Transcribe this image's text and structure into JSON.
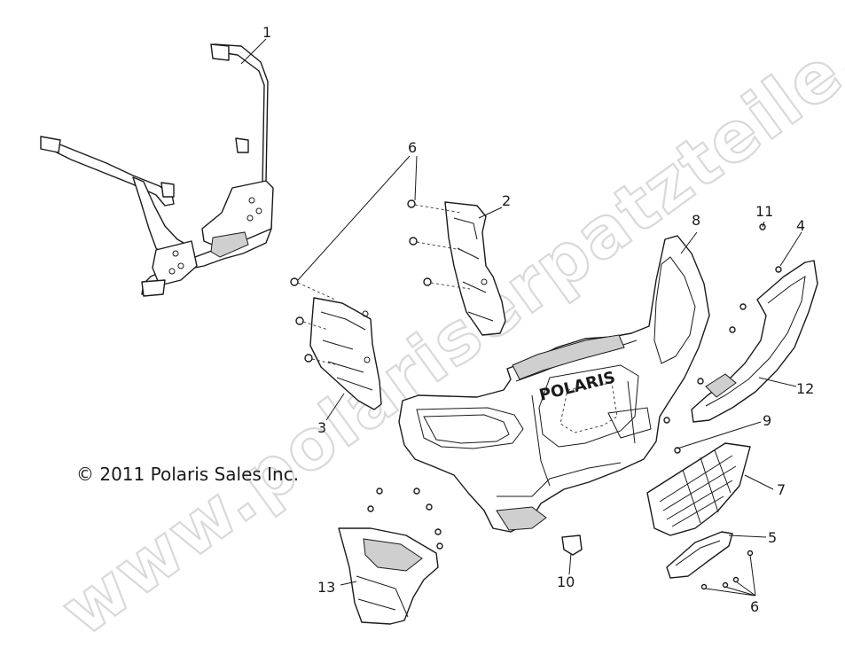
{
  "watermark": "www.polariserpatzteile.de",
  "copyright": "© 2011 Polaris Sales Inc.",
  "logo_text": "POLARIS",
  "callouts": [
    "1",
    "2",
    "3",
    "4",
    "5",
    "6",
    "6",
    "7",
    "8",
    "9",
    "10",
    "11",
    "12",
    "13"
  ]
}
